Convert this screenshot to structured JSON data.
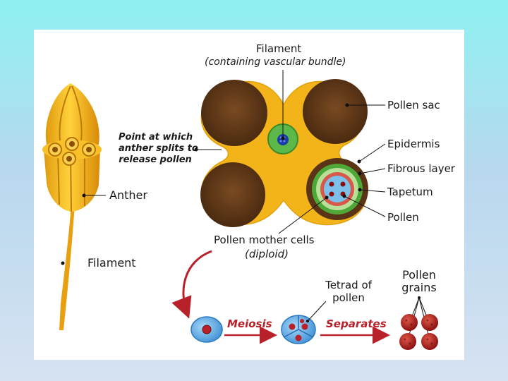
{
  "labels": {
    "filament_top": "Filament",
    "filament_top_sub": "(containing vascular bundle)",
    "pollen_sac": "Pollen sac",
    "epidermis": "Epidermis",
    "fibrous_layer": "Fibrous layer",
    "tapetum": "Tapetum",
    "pollen": "Pollen",
    "split_point_1": "Point at which",
    "split_point_2": "anther splits to",
    "split_point_3": "release pollen",
    "anther": "Anther",
    "filament_left": "Filament",
    "pollen_mother_cells": "Pollen mother cells",
    "diploid": "(diploid)",
    "tetrad_1": "Tetrad of",
    "tetrad_2": "pollen",
    "pollen_grains_1": "Pollen",
    "pollen_grains_2": "grains",
    "meiosis": "Meiosis",
    "separates": "Separates"
  },
  "colors": {
    "anther_yellow": "#f2b418",
    "pollen_sac_brown": "#5a3416",
    "vascular_green": "#5cb848",
    "tapetum_red": "#d8584a",
    "cell_blue": "#6cb4e8",
    "pollen_red": "#b8202a",
    "arrow_red": "#b8202a"
  }
}
